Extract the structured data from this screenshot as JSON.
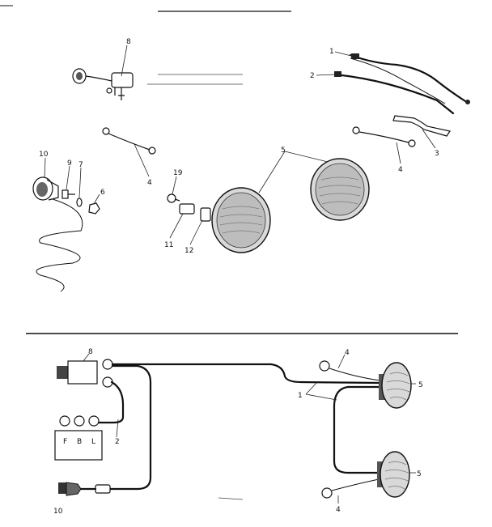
{
  "callouts": {
    "one": "1",
    "two": "2",
    "three": "3",
    "four": "4",
    "five": "5",
    "six": "6",
    "seven": "7",
    "eight": "8",
    "nine": "9",
    "ten": "10",
    "eleven": "11",
    "twelve": "12",
    "nineteen": "19"
  },
  "switch_terminals": {
    "f": "F",
    "b": "B",
    "l": "L"
  }
}
